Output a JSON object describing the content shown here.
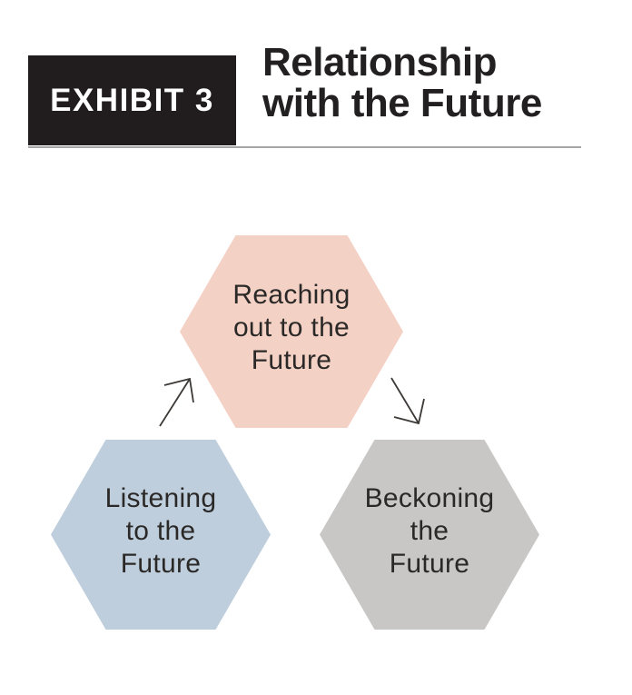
{
  "figure": {
    "exhibit_label": "EXHIBIT 3",
    "title": "Relationship\nwith the Future"
  },
  "diagram": {
    "nodes": [
      {
        "id": "reaching-out",
        "label": "Reaching\nout to the\nFuture",
        "fill": "#f4d1c5"
      },
      {
        "id": "listening",
        "label": "Listening\nto the\nFuture",
        "fill": "#becedc"
      },
      {
        "id": "beckoning",
        "label": "Beckoning\nthe\nFuture",
        "fill": "#c8c7c5"
      }
    ],
    "arrows": [
      {
        "from": "Listening to the Future",
        "to": "Reaching out to the Future"
      },
      {
        "from": "Reaching out to the Future",
        "to": "Beckoning the Future"
      }
    ]
  },
  "colors": {
    "background": "#ffffff",
    "exhibit_box_bg": "#211d1e",
    "exhibit_box_text": "#ffffff",
    "title_text": "#232021",
    "rule": "#a8a6a4",
    "node_text": "#2b2927",
    "arrow_stroke": "#3d3937"
  }
}
